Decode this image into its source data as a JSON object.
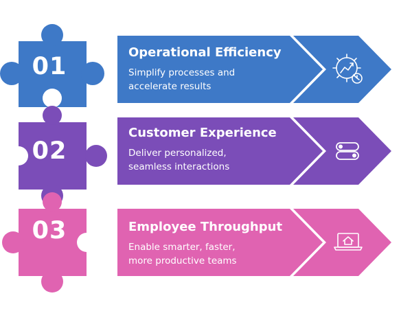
{
  "colors": {
    "blue": "#3e79c7",
    "purple": "#7b4db8",
    "pink": "#e063b1",
    "text": "#ffffff"
  },
  "rows": [
    {
      "number": "01",
      "title": "Operational Efficiency",
      "desc_line1": "Simplify processes and",
      "desc_line2": "accelerate results",
      "icon": "gear-growth-chart-icon"
    },
    {
      "number": "02",
      "title": "Customer Experience",
      "desc_line1": "Deliver personalized,",
      "desc_line2": "seamless interactions",
      "icon": "toggle-switches-icon"
    },
    {
      "number": "03",
      "title": "Employee Throughput",
      "desc_line1": "Enable smarter, faster,",
      "desc_line2": "more productive teams",
      "icon": "laptop-home-icon"
    }
  ]
}
